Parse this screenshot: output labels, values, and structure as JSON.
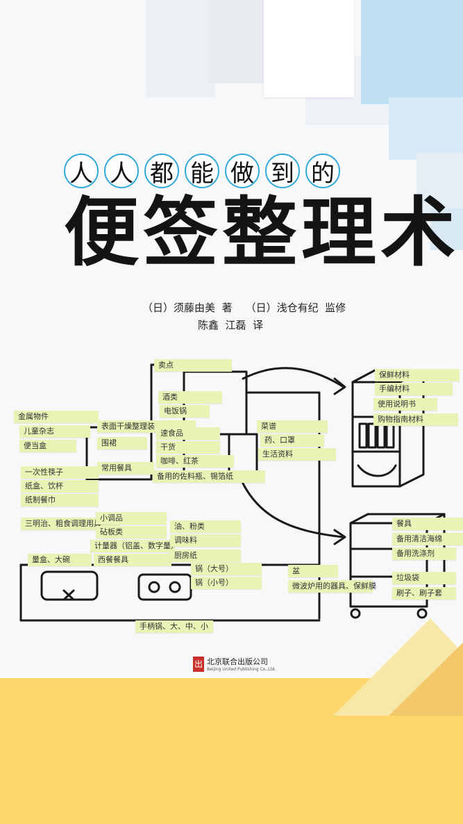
{
  "title": {
    "subtitle_chars": [
      "人",
      "人",
      "都",
      "能",
      "做",
      "到",
      "的"
    ],
    "main": "便签整理术"
  },
  "credits": {
    "line1": "（日）须藤由美  著    （日）浅仓有纪  监修",
    "line2": "陈鑫  江磊  译"
  },
  "notes": [
    "卖点",
    "酒类",
    "电饭锅",
    "保鲜材料",
    "手编材料",
    "使用说明书",
    "购物指南材料",
    "金属物件",
    "儿童杂志",
    "便当盒",
    "表面干燥整理装",
    "围裙",
    "速食品",
    "干货",
    "咖啡、红茶",
    "备用的佐料瓶、锡箔纸",
    "菜谱",
    "药、口罩",
    "生活资料",
    "一次性筷子",
    "纸盒、饮杯",
    "纸制餐巾",
    "常用餐具",
    "三明治、粗食调理用具",
    "小调品",
    "砧板类",
    "计量器（铝盖、数字量）",
    "西餐餐具",
    "油、粉类",
    "调味料",
    "厨房纸",
    "餐具",
    "备用清洁海绵",
    "备用洗涤剂",
    "锅（大号）",
    "锅（小号）",
    "盆",
    "微波炉用的器具、保鲜膜",
    "垃圾袋",
    "刷子、刷子套",
    "手柄锅、大、中、小",
    "量盒、大碗"
  ],
  "publisher": {
    "logo": "出",
    "name_cn": "北京联合出版公司",
    "name_en": "Beijing United Publishing Co.,Ltd."
  }
}
